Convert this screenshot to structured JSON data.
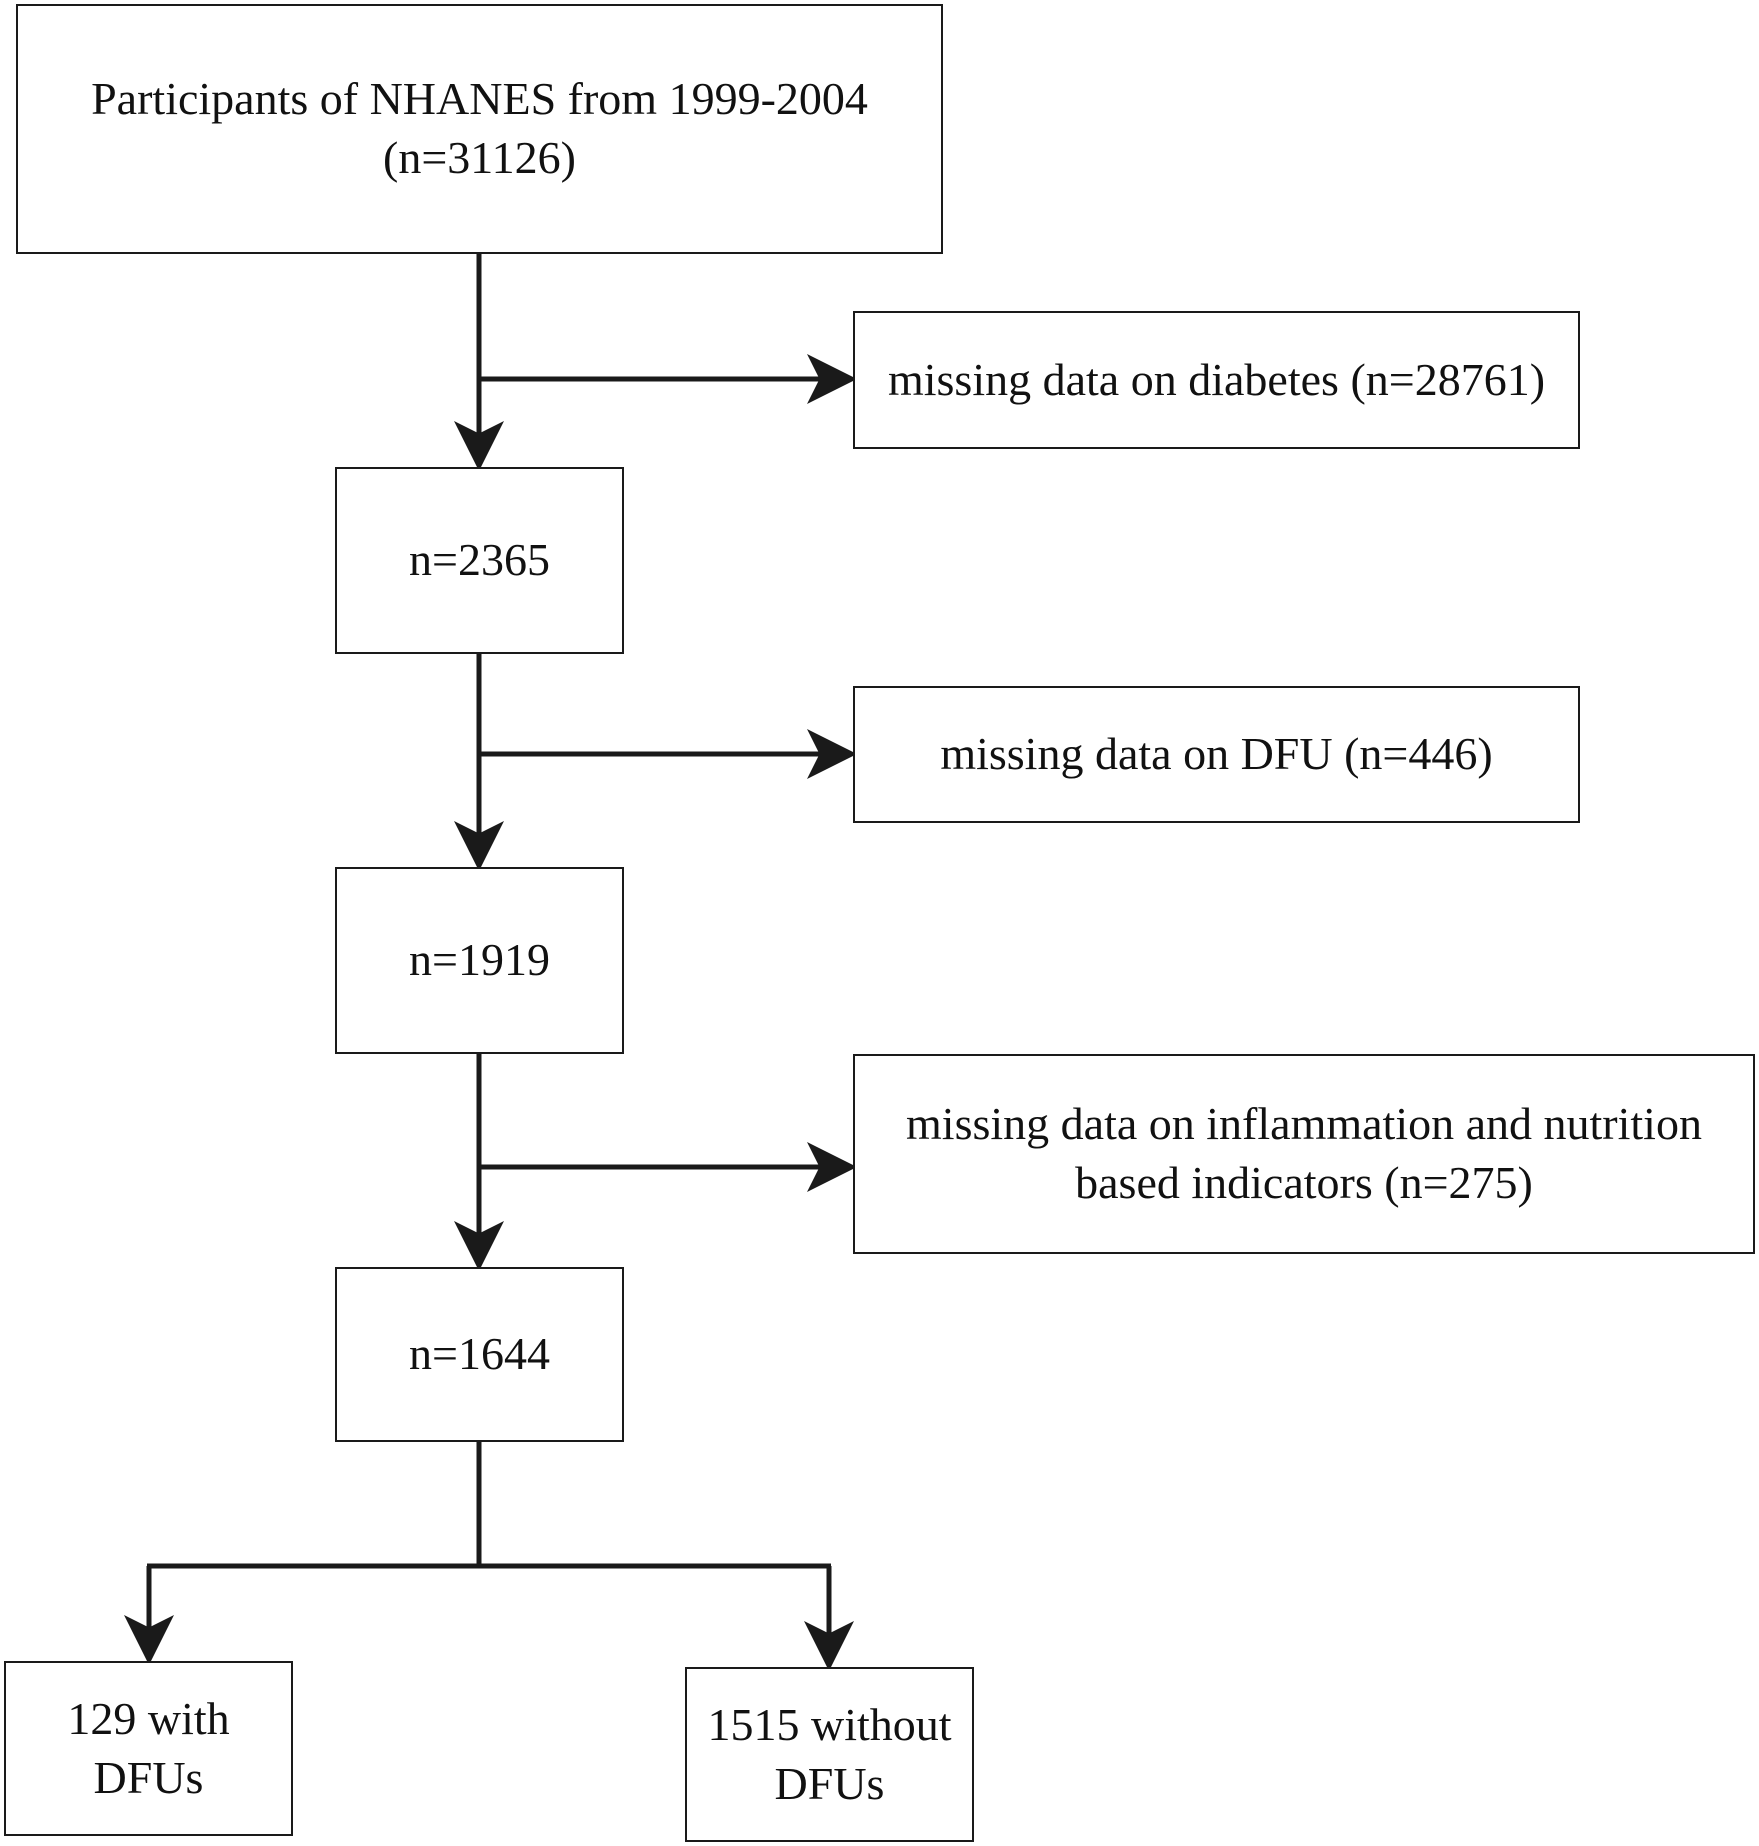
{
  "diagram": {
    "type": "flowchart",
    "line_color": "#1a1a1a",
    "nodes": {
      "start": {
        "lines": [
          "Participants of NHANES from 1999-2004",
          "(n=31126)"
        ]
      },
      "excl_diabetes": {
        "lines": [
          "missing data on diabetes (n=28761)"
        ]
      },
      "n2365": {
        "lines": [
          "n=2365"
        ]
      },
      "excl_dfu": {
        "lines": [
          "missing data on DFU (n=446)"
        ]
      },
      "n1919": {
        "lines": [
          "n=1919"
        ]
      },
      "excl_inflammation": {
        "lines": [
          "missing data on inflammation and nutrition",
          "based indicators (n=275)"
        ]
      },
      "n1644": {
        "lines": [
          "n=1644"
        ]
      },
      "with_dfu": {
        "lines": [
          "129 with",
          "DFUs"
        ]
      },
      "without_dfu": {
        "lines": [
          "1515 without",
          "DFUs"
        ]
      }
    },
    "edges": [
      {
        "from": "start",
        "to": "n2365"
      },
      {
        "from": "start",
        "to": "excl_diabetes"
      },
      {
        "from": "n2365",
        "to": "n1919"
      },
      {
        "from": "n2365",
        "to": "excl_dfu"
      },
      {
        "from": "n1919",
        "to": "n1644"
      },
      {
        "from": "n1919",
        "to": "excl_inflammation"
      },
      {
        "from": "n1644",
        "to": "with_dfu"
      },
      {
        "from": "n1644",
        "to": "without_dfu"
      }
    ]
  }
}
